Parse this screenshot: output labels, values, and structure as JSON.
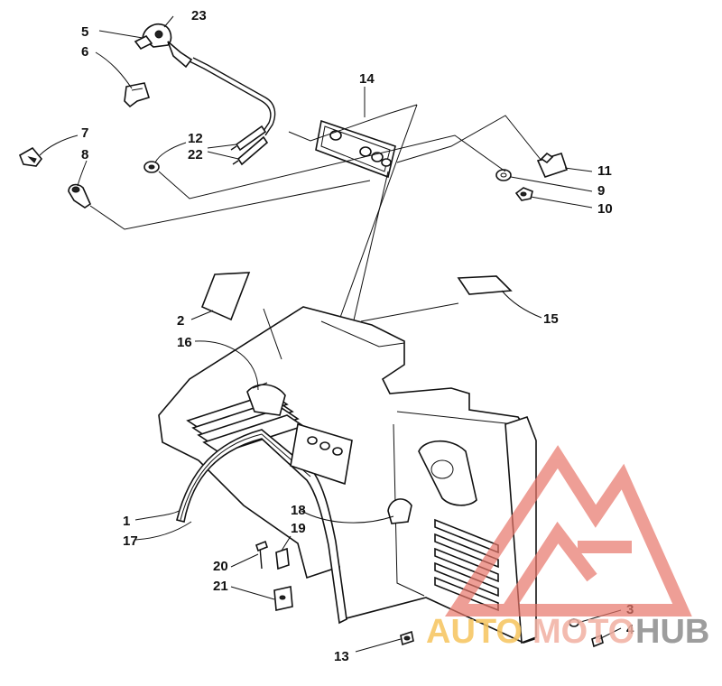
{
  "diagram": {
    "callouts": [
      {
        "id": "c1",
        "text": "1"
      },
      {
        "id": "c2",
        "text": "2"
      },
      {
        "id": "c3",
        "text": "3"
      },
      {
        "id": "c4",
        "text": "4"
      },
      {
        "id": "c5",
        "text": "5"
      },
      {
        "id": "c6",
        "text": "6"
      },
      {
        "id": "c7",
        "text": "7"
      },
      {
        "id": "c8",
        "text": "8"
      },
      {
        "id": "c9",
        "text": "9"
      },
      {
        "id": "c10",
        "text": "10"
      },
      {
        "id": "c11",
        "text": "11"
      },
      {
        "id": "c12",
        "text": "12"
      },
      {
        "id": "c13",
        "text": "13"
      },
      {
        "id": "c14",
        "text": "14"
      },
      {
        "id": "c15",
        "text": "15"
      },
      {
        "id": "c16",
        "text": "16"
      },
      {
        "id": "c17",
        "text": "17"
      },
      {
        "id": "c18",
        "text": "18"
      },
      {
        "id": "c19",
        "text": "19"
      },
      {
        "id": "c20",
        "text": "20"
      },
      {
        "id": "c21",
        "text": "21"
      },
      {
        "id": "c22",
        "text": "22"
      },
      {
        "id": "c23",
        "text": "23"
      }
    ]
  },
  "watermark": {
    "auto": "AUTO",
    "moto": "MOTO",
    "hub": "HUB",
    "colors": {
      "triangle": "#e8766a",
      "auto": "#f6c45c",
      "moto": "#f2b0a2",
      "hub": "#8c8c8c"
    }
  }
}
